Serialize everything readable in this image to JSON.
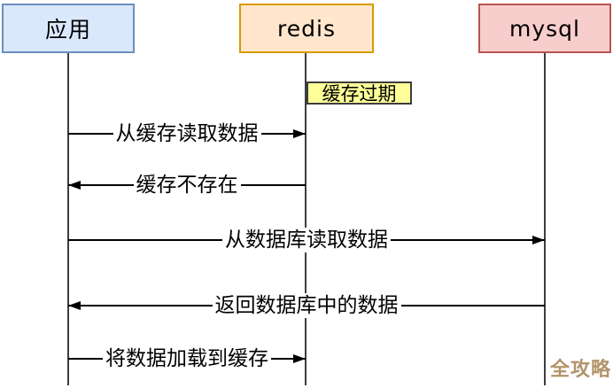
{
  "diagram": {
    "type": "sequence-diagram",
    "actors": [
      {
        "id": "app",
        "label": "应用",
        "fill": "#DAE8FC",
        "border": "#6C8EBF"
      },
      {
        "id": "redis",
        "label": "redis",
        "fill": "#FFE6CC",
        "border": "#D79B00"
      },
      {
        "id": "mysql",
        "label": "mysql",
        "fill": "#F8CECC",
        "border": "#B85450"
      }
    ],
    "note": {
      "attached_to": "redis",
      "label": "缓存过期",
      "fill": "#FEFF99",
      "border": "#3d3d3d"
    },
    "messages": [
      {
        "from": "app",
        "to": "redis",
        "direction": "right",
        "label": "从缓存读取数据"
      },
      {
        "from": "redis",
        "to": "app",
        "direction": "left",
        "label": "缓存不存在"
      },
      {
        "from": "app",
        "to": "mysql",
        "direction": "right",
        "label": "从数据库读取数据"
      },
      {
        "from": "mysql",
        "to": "app",
        "direction": "left",
        "label": "返回数据库中的数据"
      },
      {
        "from": "app",
        "to": "redis",
        "direction": "right",
        "label": "将数据加载到缓存"
      }
    ],
    "watermark": {
      "text": "全攻略",
      "color": "#B2946B"
    }
  }
}
